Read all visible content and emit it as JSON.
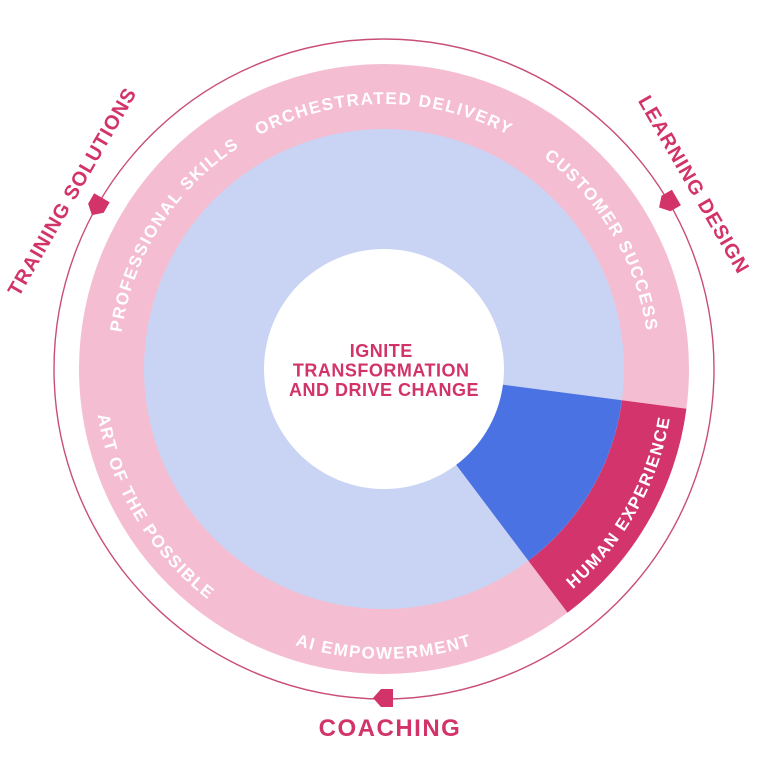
{
  "center": {
    "line1": "IGNITE",
    "line2": "TRANSFORMATION",
    "line3": "AND DRIVE CHANGE"
  },
  "ring_labels": {
    "orchestrated_delivery": "ORCHESTRATED DELIVERY",
    "customer_success": "CUSTOMER SUCCESS",
    "human_experience": "HUMAN EXPERIENCE",
    "ai_empowerment": "AI EMPOWERMENT",
    "art_of_the_possible": "ART OF THE POSSIBLE",
    "professional_skills": "PROFESSIONAL SKILLS"
  },
  "outer_labels": {
    "training_solutions": "TRAINING SOLUTIONS",
    "learning_design": "LEARNING DESIGN",
    "coaching": "COACHING"
  },
  "icons": {
    "marker_shape": "pentagon-pin"
  },
  "colors": {
    "crimson": "#D23369",
    "crimson_segment": "#D2346B",
    "pink_ring": "#F5BDD1",
    "light_blue": "#C9D4F4",
    "blue_wedge": "#4A72E3",
    "guide_circle": "#C94E75",
    "white": "#FFFFFF"
  }
}
